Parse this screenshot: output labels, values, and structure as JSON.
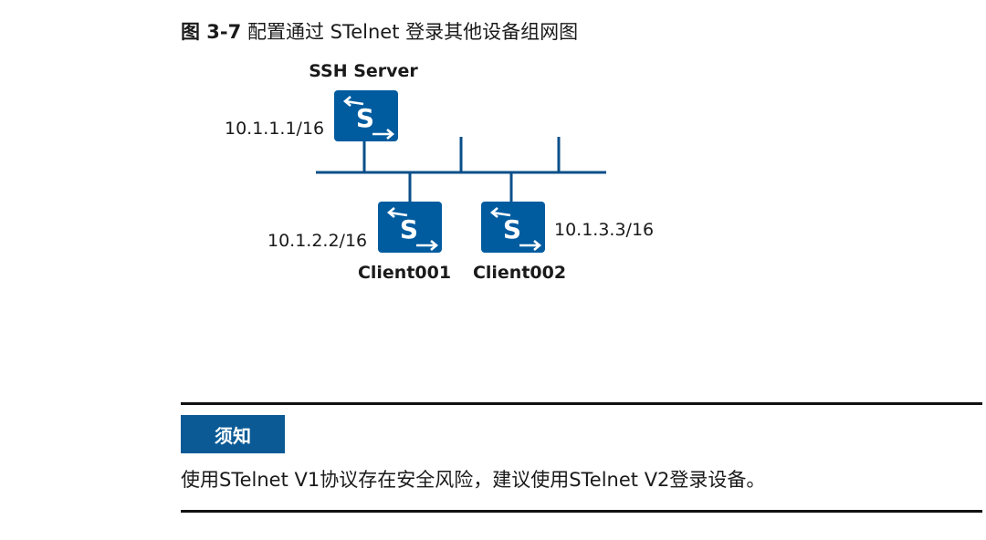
{
  "figure": {
    "number": "图 3-7",
    "title": "配置通过 STelnet 登录其他设备组网图"
  },
  "diagram": {
    "server": {
      "name": "SSH Server",
      "ip": "10.1.1.1/16",
      "icon": "switch-icon"
    },
    "clients": [
      {
        "name": "Client001",
        "ip": "10.1.2.2/16",
        "icon": "switch-icon"
      },
      {
        "name": "Client002",
        "ip": "10.1.3.3/16",
        "icon": "switch-icon"
      }
    ],
    "device_glyph": "S"
  },
  "notice": {
    "badge": "须知",
    "text": "使用STelnet V1协议存在安全风险，建议使用STelnet V2登录设备。"
  },
  "colors": {
    "device_blue": "#005b9f",
    "badge_blue": "#0b5a96",
    "bus_line": "#0a4f8a"
  }
}
